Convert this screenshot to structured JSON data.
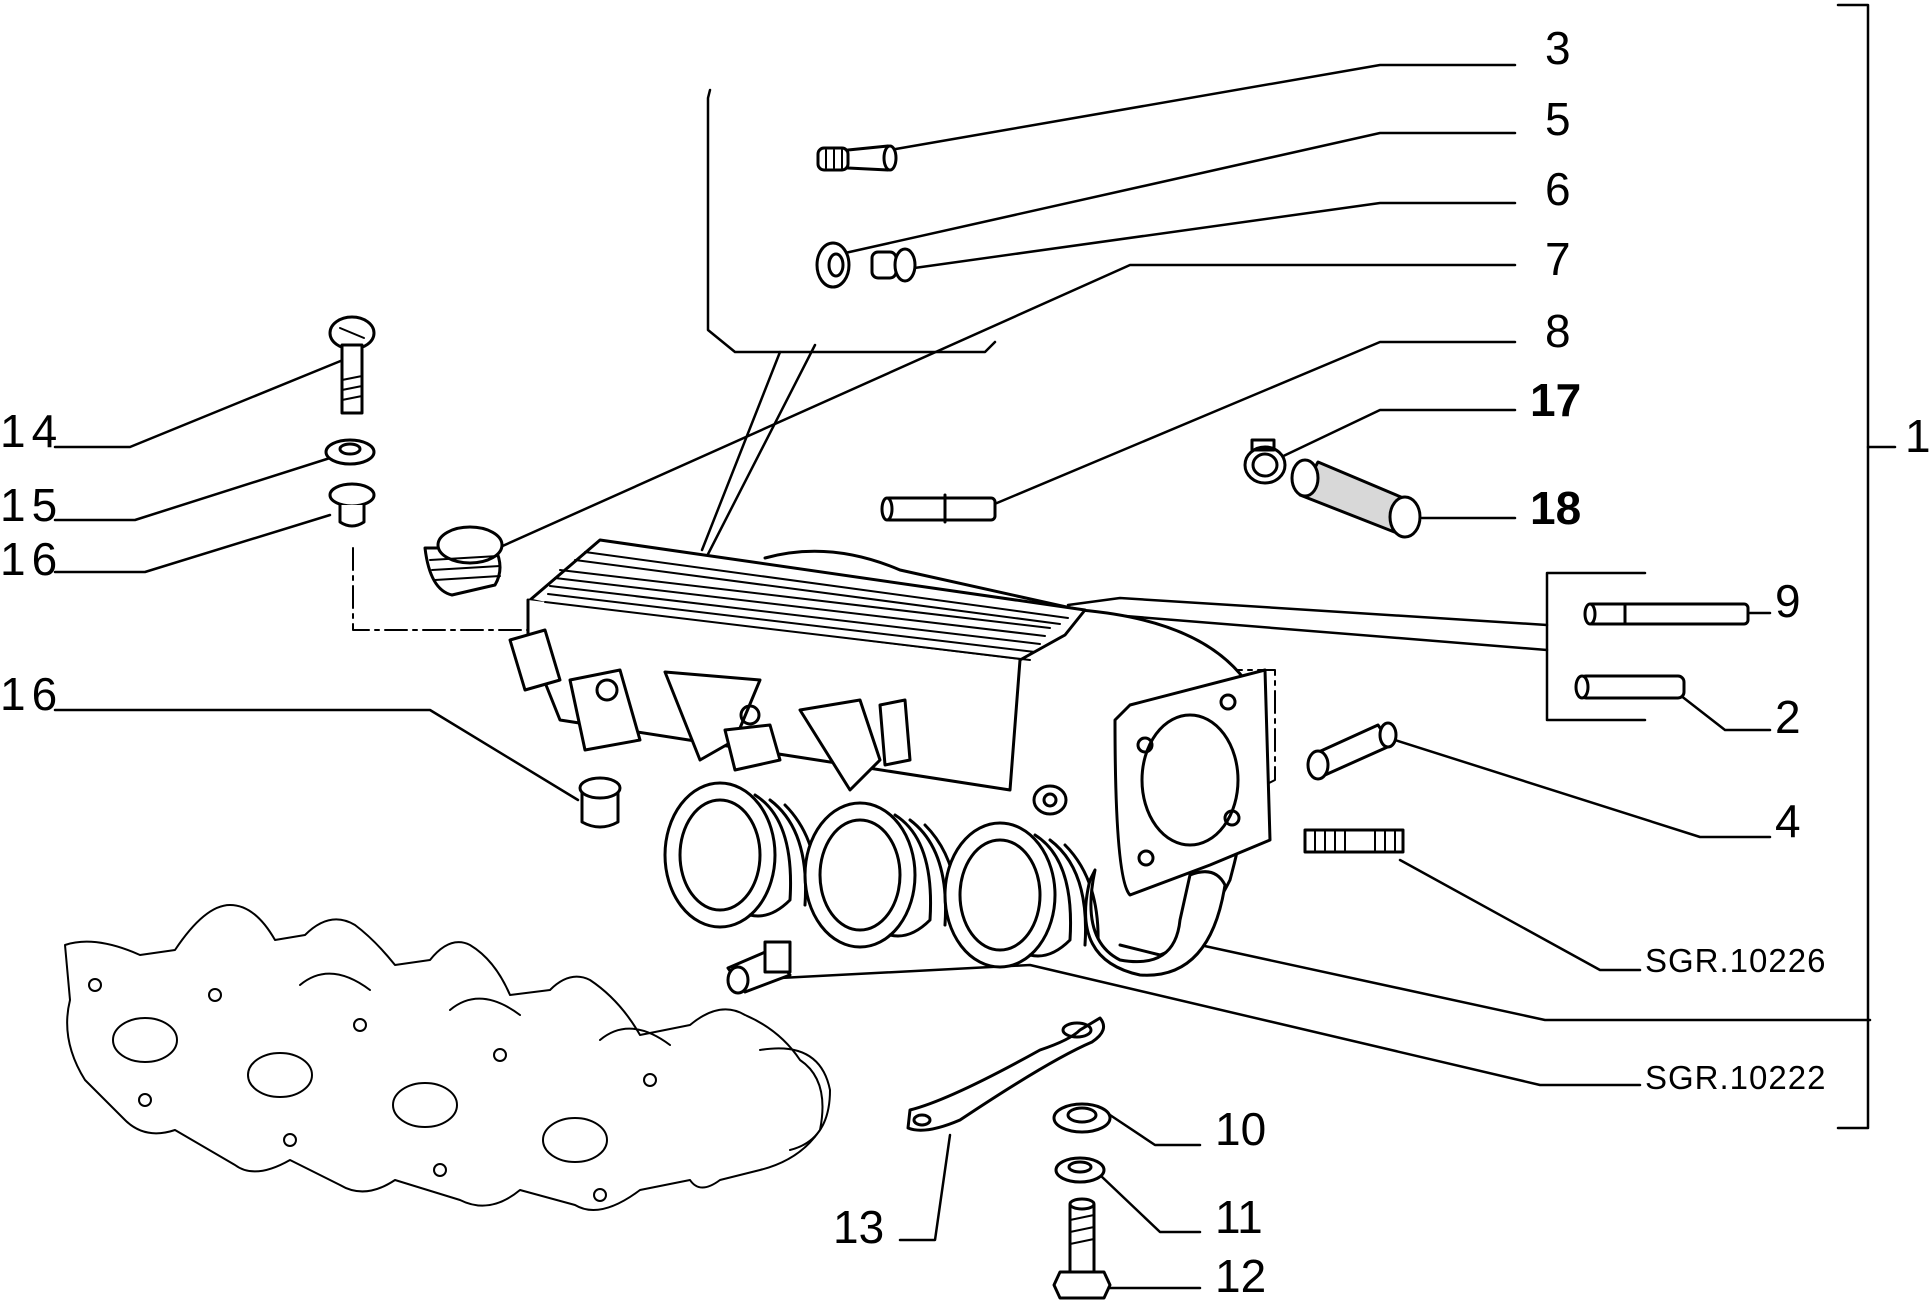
{
  "callouts": {
    "c3": "3",
    "c5": "5",
    "c6": "6",
    "c7": "7",
    "c8": "8",
    "c17": "17",
    "c18": "18",
    "c1": "1",
    "c9": "9",
    "c2": "2",
    "c4": "4",
    "c14": "14",
    "c15": "15",
    "c16a": "16",
    "c16b": "16",
    "c10": "10",
    "c11": "11",
    "c12": "12",
    "c13": "13"
  },
  "references": {
    "ref1": "SGR.10226",
    "ref2": "SGR.10222"
  },
  "colors": {
    "ink": "#000000",
    "paper": "#ffffff"
  }
}
